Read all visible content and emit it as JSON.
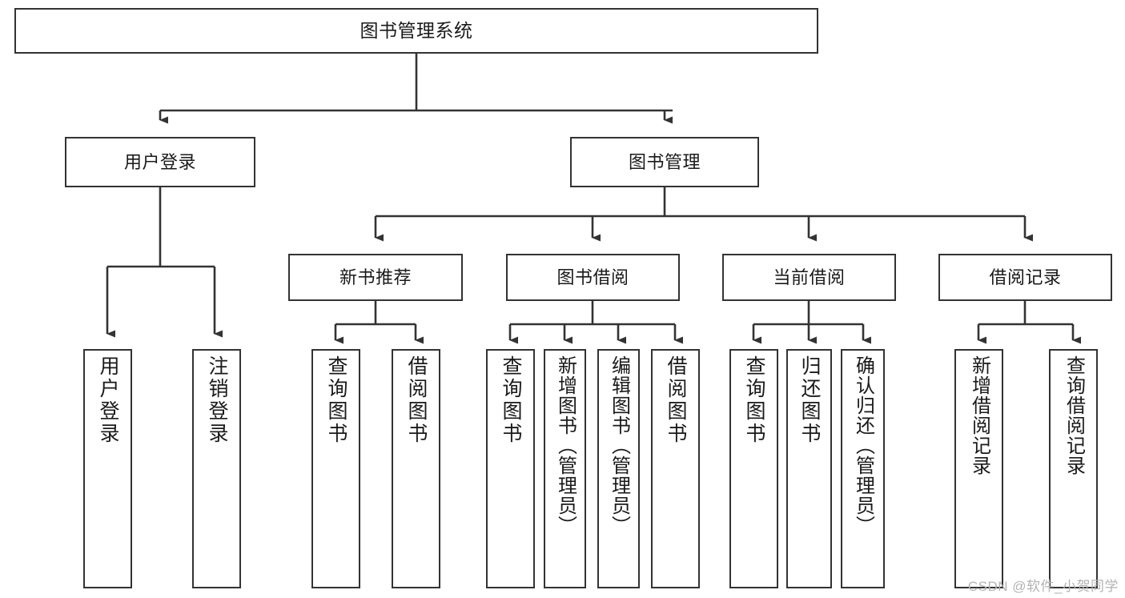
{
  "diagram": {
    "title": "图书管理系统",
    "type": "hierarchy-tree",
    "watermark": "CSDN @软件_小贺同学",
    "colors": {
      "box_border": "#333333",
      "box_fill": "#ffffff",
      "edge": "#333333",
      "text": "#1a1a1a",
      "watermark": "#b3b3b3"
    },
    "levels": {
      "root": {
        "label": "图书管理系统"
      },
      "modules": [
        {
          "id": "user-login",
          "label": "用户登录"
        },
        {
          "id": "book-manage",
          "label": "图书管理"
        }
      ],
      "submodules": [
        {
          "id": "new-book-rec",
          "label": "新书推荐",
          "parent": "book-manage"
        },
        {
          "id": "book-borrow",
          "label": "图书借阅",
          "parent": "book-manage"
        },
        {
          "id": "current-borrow",
          "label": "当前借阅",
          "parent": "book-manage"
        },
        {
          "id": "borrow-record",
          "label": "借阅记录",
          "parent": "book-manage"
        }
      ],
      "leaves": [
        {
          "id": "leaf-user-login",
          "label": "用户登录",
          "parent": "user-login"
        },
        {
          "id": "leaf-logout",
          "label": "注销登录",
          "parent": "user-login"
        },
        {
          "id": "leaf-query-book-1",
          "label": "查询图书",
          "parent": "new-book-rec"
        },
        {
          "id": "leaf-borrow-book-1",
          "label": "借阅图书",
          "parent": "new-book-rec"
        },
        {
          "id": "leaf-query-book-2",
          "label": "查询图书",
          "parent": "book-borrow"
        },
        {
          "id": "leaf-add-book",
          "label": "新增图书（管理员）",
          "parent": "book-borrow"
        },
        {
          "id": "leaf-edit-book",
          "label": "编辑图书（管理员）",
          "parent": "book-borrow"
        },
        {
          "id": "leaf-borrow-book-2",
          "label": "借阅图书",
          "parent": "book-borrow"
        },
        {
          "id": "leaf-query-book-3",
          "label": "查询图书",
          "parent": "current-borrow"
        },
        {
          "id": "leaf-return-book",
          "label": "归还图书",
          "parent": "current-borrow"
        },
        {
          "id": "leaf-confirm-return",
          "label": "确认归还（管理员）",
          "parent": "current-borrow"
        },
        {
          "id": "leaf-add-record",
          "label": "新增借阅记录",
          "parent": "borrow-record"
        },
        {
          "id": "leaf-query-record",
          "label": "查询借阅记录",
          "parent": "borrow-record"
        }
      ]
    }
  }
}
